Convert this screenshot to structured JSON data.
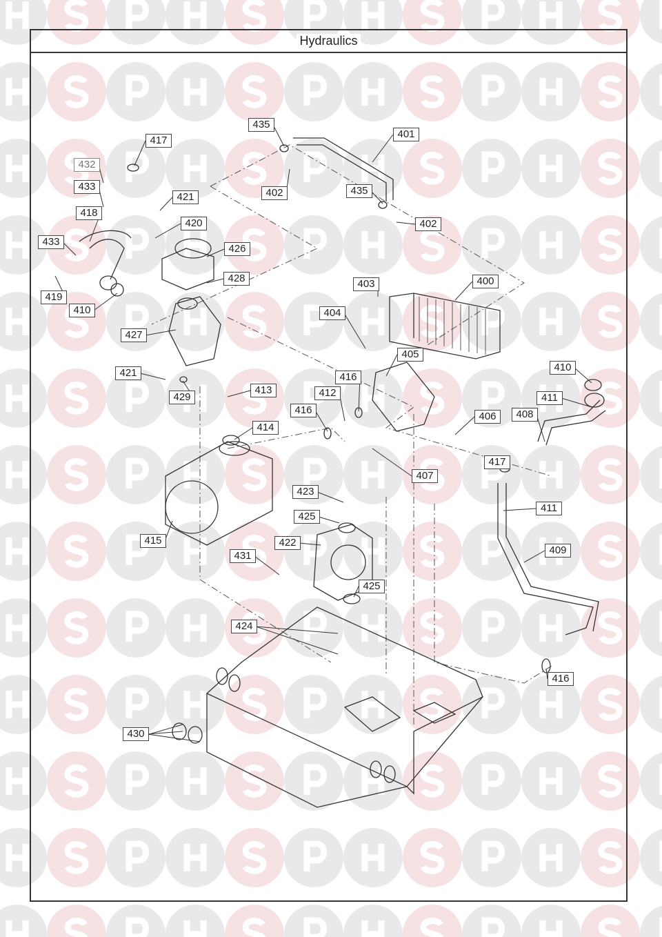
{
  "title": "Hydraulics",
  "watermark": {
    "letters": [
      "H",
      "S",
      "P"
    ],
    "colors": {
      "grey": "#e9e9e9",
      "pink": "#f6e2e2"
    }
  },
  "parts": [
    "435",
    "401",
    "417",
    "432",
    "402",
    "433",
    "435",
    "421",
    "418",
    "420",
    "402",
    "433",
    "426",
    "428",
    "403",
    "400",
    "419",
    "410",
    "427",
    "404",
    "405",
    "410",
    "416",
    "421",
    "413",
    "412",
    "429",
    "411",
    "408",
    "416",
    "406",
    "414",
    "407",
    "417",
    "423",
    "411",
    "425",
    "415",
    "422",
    "409",
    "431",
    "425",
    "424",
    "416",
    "430"
  ]
}
